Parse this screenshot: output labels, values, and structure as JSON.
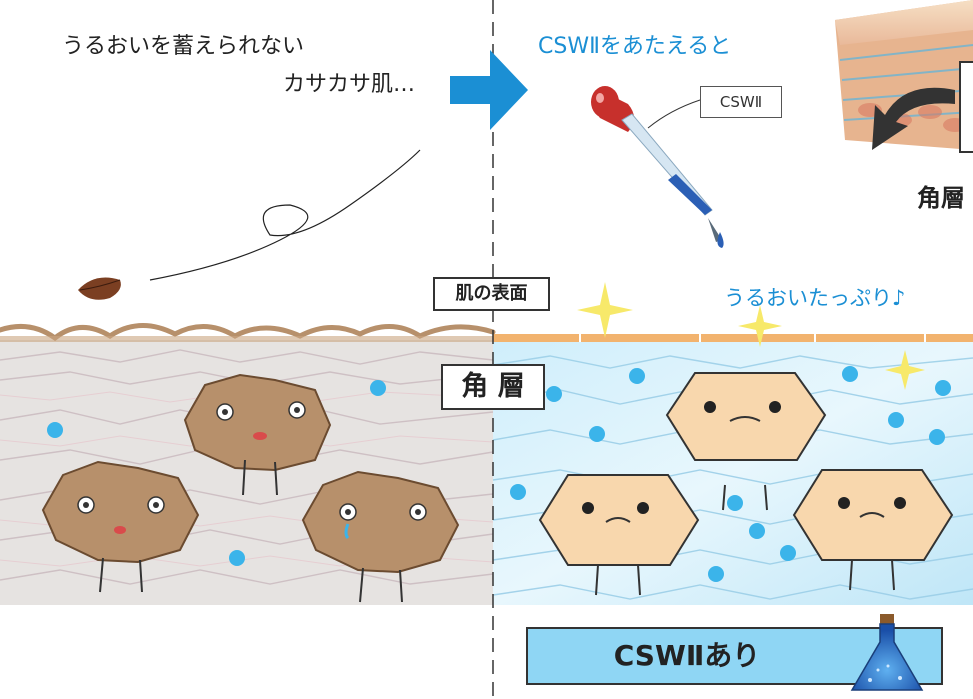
{
  "left": {
    "line1": "うるおいを蓄えられない",
    "line2": "カサカサ肌…"
  },
  "right": {
    "title": "CSWⅡをあたえると",
    "dropper_tag": "CSWⅡ",
    "moist": "うるおいたっぷり♪",
    "corner_label": "角層"
  },
  "center": {
    "surface_label": "肌の表面",
    "layer_label": "角 層"
  },
  "bottom": {
    "banner": "CSWⅡあり"
  },
  "colors": {
    "accent_blue": "#1b8fd4",
    "banner_fill": "#8fd6f4",
    "dry_cell": "#b7906b",
    "moist_cell": "#f8d7ad",
    "dot": "#3bb4ea"
  }
}
